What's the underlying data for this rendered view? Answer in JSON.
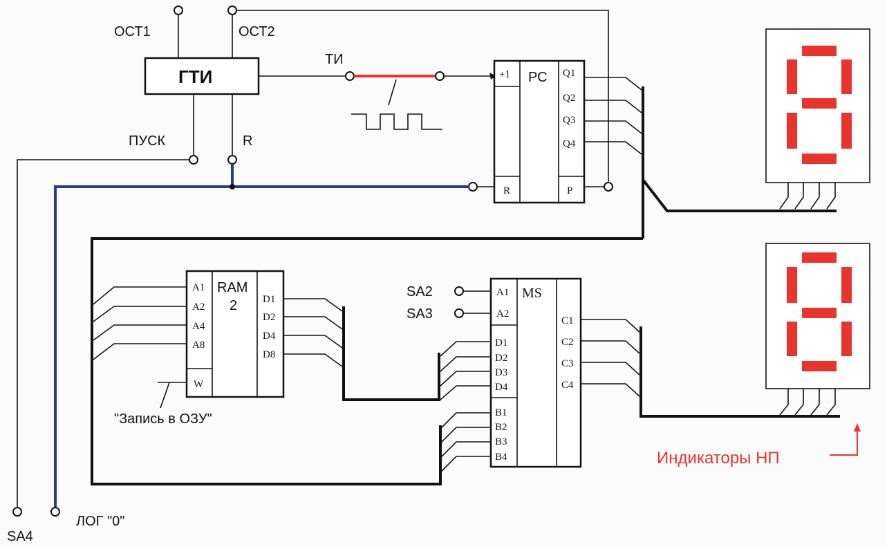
{
  "gti": {
    "label": "ГТИ",
    "ost1": "ОСТ1",
    "ost2": "ОСТ2",
    "pusk": "ПУСК",
    "r": "R"
  },
  "ti": {
    "label": "ТИ"
  },
  "counter": {
    "title": "РС",
    "inc": "+1",
    "reset": "R",
    "carry": "P",
    "outputs": [
      "Q1",
      "Q2",
      "Q3",
      "Q4"
    ]
  },
  "ram": {
    "title_line1": "RAM",
    "title_line2": "2",
    "addr": [
      "A1",
      "A2",
      "A4",
      "A8"
    ],
    "write": "W",
    "data": [
      "D1",
      "D2",
      "D4",
      "D8"
    ],
    "write_label": "\"Запись в ОЗУ\""
  },
  "mux": {
    "title": "MS",
    "sel": [
      "A1",
      "A2"
    ],
    "d_inputs": [
      "D1",
      "D2",
      "D3",
      "D4"
    ],
    "b_inputs": [
      "B1",
      "B2",
      "B3",
      "B4"
    ],
    "outputs": [
      "C1",
      "C2",
      "C3",
      "C4"
    ]
  },
  "switches": {
    "sa2": "SA2",
    "sa3": "SA3",
    "sa4": "SA4",
    "log0": "ЛОГ \"0\""
  },
  "indicators": {
    "label": "Индикаторы НП",
    "color": "#e8342c"
  },
  "colors": {
    "pulse_wire": "#e8342c",
    "reset_wire": "#2a3a8c",
    "segment": "#e8342c"
  }
}
